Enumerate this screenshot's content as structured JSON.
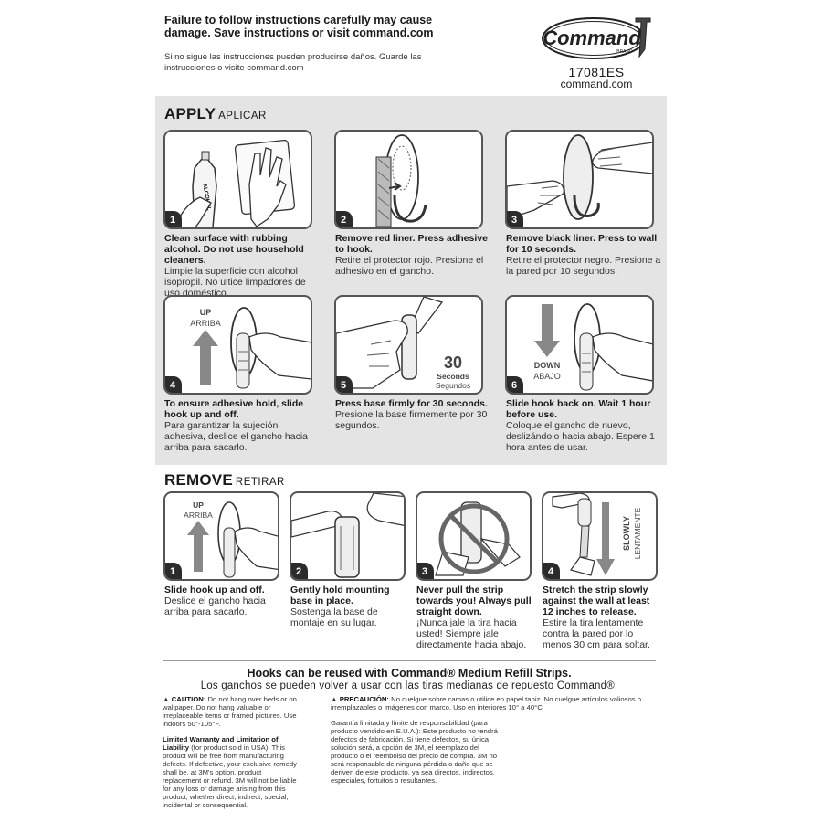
{
  "header": {
    "warning_en": "Failure to follow instructions carefully may cause damage. Save instructions or visit command.com",
    "warning_es": "Si no sigue las instrucciones pueden producirse daños. Guarde las instrucciones o visite command.com",
    "brand": "Command",
    "brand_sub": "BRAND",
    "product_code": "17081ES",
    "website": "command.com"
  },
  "apply": {
    "title": "APPLY",
    "subtitle": "APLICAR",
    "steps": [
      {
        "num": "1",
        "en": "Clean surface with rubbing alcohol. Do not use household cleaners.",
        "es": "Limpie la superficie con alcohol isopropil. No ultice limpadores de uso doméstico.",
        "label": "ALCOHOL"
      },
      {
        "num": "2",
        "en": "Remove red liner. Press adhesive to hook.",
        "es": "Retire el protector rojo. Presione el adhesivo en el gancho."
      },
      {
        "num": "3",
        "en": "Remove black liner. Press to wall for 10 seconds.",
        "es": "Retire el protector negro. Presione a la pared por 10 segundos."
      },
      {
        "num": "4",
        "en": "To ensure adhesive hold, slide hook up and off.",
        "es": "Para garantizar la sujeción adhesiva, deslice el gancho hacia arriba para sacarlo.",
        "label_en": "UP",
        "label_es": "ARRIBA"
      },
      {
        "num": "5",
        "en": "Press base firmly for 30 seconds.",
        "es": "Presione la base firmemente por 30 segundos.",
        "label_num": "30",
        "label_en": "Seconds",
        "label_es": "Segundos"
      },
      {
        "num": "6",
        "en": "Slide hook back on. Wait 1 hour before use.",
        "es": "Coloque el gancho de nuevo, deslizándolo hacia abajo. Espere 1 hora antes de usar.",
        "label_en": "DOWN",
        "label_es": "ABAJO"
      }
    ]
  },
  "remove": {
    "title": "REMOVE",
    "subtitle": "RETIRAR",
    "steps": [
      {
        "num": "1",
        "en": "Slide hook up and off.",
        "es": "Deslice el gancho hacia arriba para sacarlo.",
        "label_en": "UP",
        "label_es": "ARRIBA"
      },
      {
        "num": "2",
        "en": "Gently hold mounting base in place.",
        "es": "Sostenga la base de montaje en su lugar."
      },
      {
        "num": "3",
        "en": "Never pull the strip towards you! Always pull straight down.",
        "es": "¡Nunca jale la tira hacia usted! Siempre jale directamente hacia abajo."
      },
      {
        "num": "4",
        "en": "Stretch the strip slowly against the wall at least 12 inches to release.",
        "es": "Estire la tira lentamente contra la pared por lo menos 30 cm para soltar.",
        "label_en": "SLOWLY",
        "label_es": "LENTAMENTE"
      }
    ]
  },
  "footer": {
    "reuse_en": "Hooks can be reused with Command® Medium Refill Strips.",
    "reuse_es": "Los ganchos se pueden volver a usar con las tiras medianas de repuesto Command®.",
    "caution_label": "CAUTION:",
    "caution_text": "Do not hang over beds or on wallpaper. Do not hang valuable or irreplaceable items or framed pictures. Use indoors 50°-105°F.",
    "warranty_label": "Limited Warranty and Limitation of Liability",
    "warranty_text": "(for product sold in USA): This product will be free from manufacturing defects. If defective, your exclusive remedy shall be, at 3M's option, product replacement or refund. 3M will not be liable for any loss or damage arising from this product, whether direct, indirect, special, incidental or consequential.",
    "precaucion_label": "PRECAUCIÓN:",
    "precaucion_text": "No cuelgue sobre camas o utilice en papel tapiz. No cuelgue artículos valiosos o irremplazables o imágenes con marco. Uso en interiores 10° a 40°C",
    "garantia_text": "Garantía limitada y límite de responsabilidad (para producto vendido en E.U.A.): Este producto no tendrá defectos de fabricación. Si tiene defectos, su única solución será, a opción de 3M, el reemplazo del producto o el reembolso del precio de compra. 3M no será responsable de ninguna pérdida o daño que se deriven de este producto, ya sea directos, indirectos, especiales, fortuitos o resultantes."
  }
}
